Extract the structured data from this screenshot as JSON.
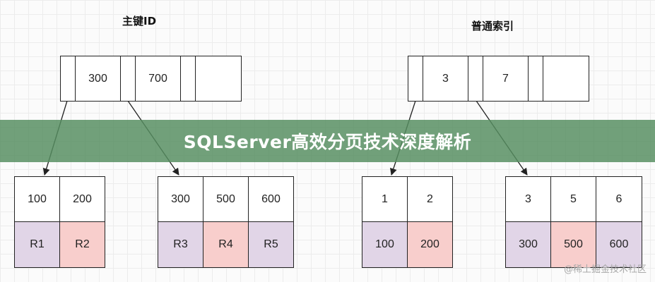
{
  "diagrams": [
    {
      "title": "主键ID",
      "root_keys": [
        "300",
        "700"
      ],
      "leaves": [
        {
          "keys": [
            "100",
            "200"
          ],
          "values": [
            "R1",
            "R2"
          ]
        },
        {
          "keys": [
            "300",
            "500",
            "600"
          ],
          "values": [
            "R3",
            "R4",
            "R5"
          ]
        }
      ]
    },
    {
      "title": "普通索引",
      "root_keys": [
        "3",
        "7"
      ],
      "leaves": [
        {
          "keys": [
            "1",
            "2"
          ],
          "values": [
            "100",
            "200"
          ]
        },
        {
          "keys": [
            "3",
            "5",
            "6"
          ],
          "values": [
            "300",
            "500",
            "600"
          ]
        }
      ]
    }
  ],
  "banner": {
    "text": "SQLServer高效分页技术深度解析"
  },
  "watermark": {
    "text": "@稀土掘金技术社区"
  },
  "colors": {
    "value_purple": "#e1d5e7",
    "value_red": "#f8cecc",
    "banner_green": "#568e60"
  }
}
